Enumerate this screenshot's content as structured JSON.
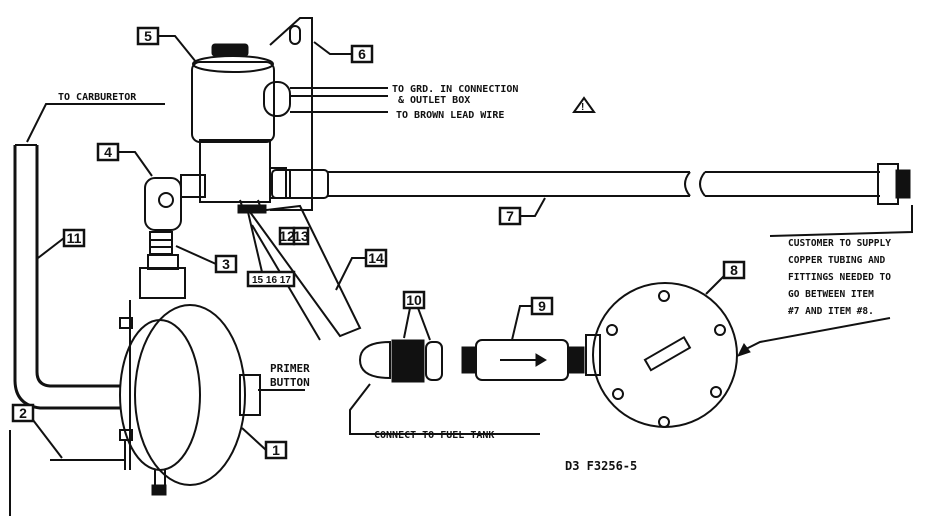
{
  "callouts": {
    "c1": "1",
    "c2": "2",
    "c3": "3",
    "c4": "4",
    "c5": "5",
    "c6": "6",
    "c7": "7",
    "c8": "8",
    "c9": "9",
    "c10": "10",
    "c11": "11",
    "c12": "12",
    "c13": "13",
    "c14": "14",
    "c15_16_17": "15 16 17"
  },
  "labels": {
    "to_carburetor": "TO CARBURETOR",
    "to_grd_line1": "TO GRD. IN CONNECTION",
    "to_grd_line2": "& OUTLET BOX",
    "to_brown": "TO BROWN LEAD WIRE",
    "primer_line1": "PRIMER",
    "primer_line2": "BUTTON",
    "connect_fuel": "CONNECT TO FUEL TANK",
    "customer_line1": "CUSTOMER TO SUPPLY",
    "customer_line2": "COPPER TUBING AND",
    "customer_line3": "FITTINGS NEEDED TO",
    "customer_line4": "GO BETWEEN ITEM",
    "customer_line5": "#7 AND ITEM #8.",
    "warning_symbol": "!",
    "drawing_id": "D3  F3256-5"
  }
}
